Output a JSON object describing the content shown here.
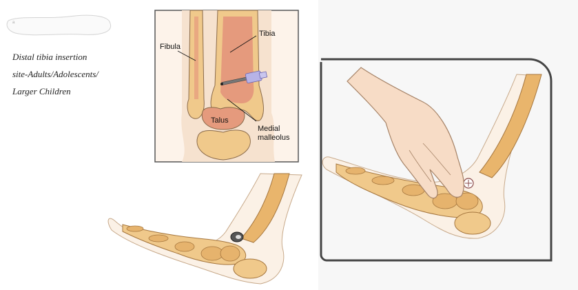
{
  "caption": {
    "line1": "Distal tibia insertion",
    "line2": "site-Adults/Adolescents/",
    "line3": "Larger Children"
  },
  "anatomy": {
    "fibula": "Fibula",
    "tibia": "Tibia",
    "talus": "Talus",
    "medial_1": "Medial",
    "medial_2": "malleolus"
  },
  "colors": {
    "bone": "#f0c98b",
    "bone_dark": "#d9a35a",
    "marrow": "#e59a7d",
    "skin": "#f6e2cf",
    "outline": "#8a6a4a",
    "frame": "#444444"
  }
}
